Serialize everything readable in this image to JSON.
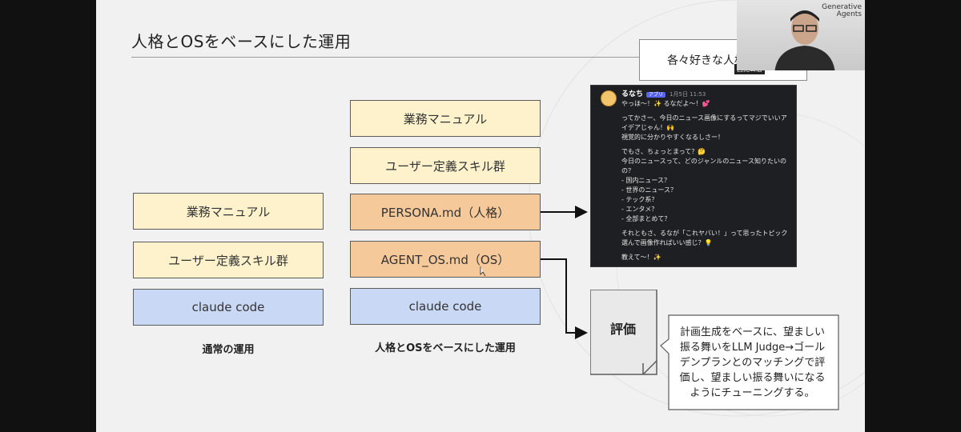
{
  "slide": {
    "title": "人格とOSをベースにした運用",
    "left_column": {
      "boxes": [
        "業務マニュアル",
        "ユーザー定義スキル群",
        "claude code"
      ],
      "caption": "通常の運用"
    },
    "right_column": {
      "boxes": [
        "業務マニュアル",
        "ユーザー定義スキル群",
        "PERSONA.md（人格）",
        "AGENT_OS.md（OS）",
        "claude code"
      ],
      "caption": "人格とOSをベースにした運用"
    },
    "evaluation": {
      "label": "評価",
      "callout_lines": [
        "計画生成をベースに、望ましい",
        "振る舞いをLLM Judge→ゴール",
        "デンプランとのマッチングで評",
        "価し、望ましい振る舞いになる",
        "ようにチューニングする。"
      ]
    },
    "colors": {
      "yellow_box": "#fdf2cc",
      "orange_box": "#f6c99a",
      "blue_box": "#c9d8f4",
      "chat_background": "#1e1f22"
    }
  },
  "chat": {
    "author": "るなち",
    "badge": "アプリ",
    "timestamp": "1月5日 11:53",
    "avatar_icon": "anime-avatar-icon",
    "lines": [
      "やっほ〜！✨ るなだよ〜！💕",
      "",
      "ってかさー、今日のニュース画像にするってマジでいいア",
      "イデアじゃん！🙌",
      "視覚的に分かりやすくなるしさー！",
      "",
      "でもさ、ちょっとまって？🤔",
      "今日のニュースって、どのジャンルのニュース知りたいの",
      "の？",
      "- 国内ニュース？",
      "- 世界のニュース？",
      "- テック系？",
      "- エンタメ？",
      "- 全部まとめて？",
      "",
      "それともさ、るなが「これヤバい！」って思ったトピック",
      "選んで画像作ればいい感じ？💡",
      "",
      "教えて〜！✨"
    ]
  },
  "webcam": {
    "speech_bubble": "各々好きな人格",
    "name_tag": "西見公宏",
    "logo_line1": "Generative",
    "logo_line2": "Agents"
  }
}
